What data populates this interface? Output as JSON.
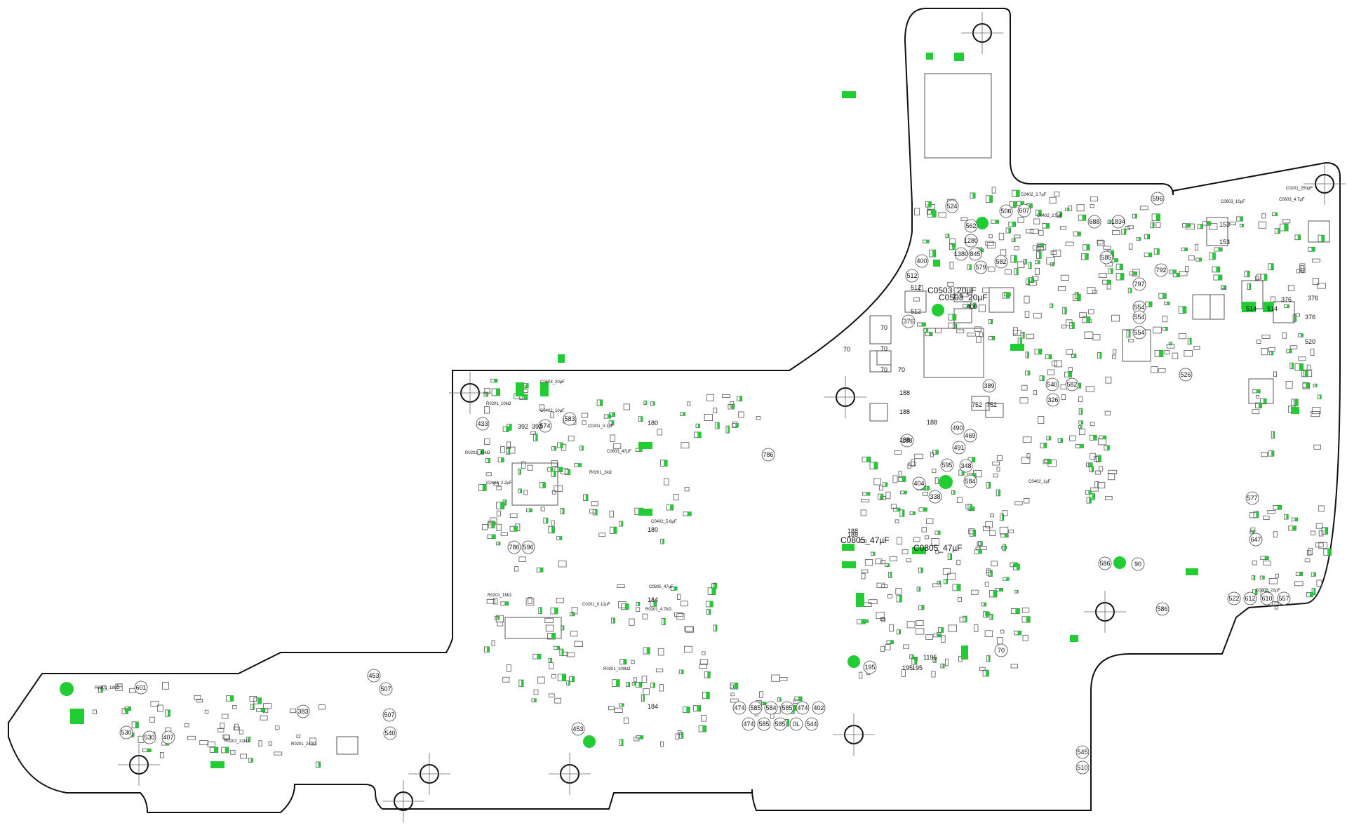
{
  "diagram": {
    "type": "pcb-boardview",
    "colors": {
      "outline": "#111111",
      "pad": "#22cc33",
      "part": "#555555",
      "background": "#ffffff"
    },
    "callouts": [
      "524",
      "562",
      "506",
      "607",
      "688",
      "1834",
      "596",
      "1280",
      "1380",
      "845",
      "579",
      "582",
      "585",
      "400",
      "512",
      "792",
      "797",
      "554",
      "554",
      "554",
      "526",
      "376",
      "389",
      "540",
      "582",
      "326",
      "490",
      "469",
      "491",
      "595",
      "348",
      "584",
      "404",
      "338",
      "188",
      "577",
      "647",
      "586",
      "90",
      "586",
      "522",
      "612",
      "610",
      "557",
      "70",
      "195",
      "474",
      "585",
      "584",
      "585",
      "474",
      "402",
      "474",
      "585",
      "585",
      "0L",
      "544",
      "545",
      "510",
      "453",
      "453",
      "507",
      "507",
      "540",
      "383",
      "601",
      "530",
      "530",
      "407",
      "433",
      "574",
      "583",
      "786",
      "786",
      "596",
      "1380"
    ],
    "large_labels": [
      "C0503_20µF",
      "C0503_20µF",
      "C0805_47µF",
      "C0805_47µF"
    ],
    "part_labels": [
      "512",
      "512",
      "400",
      "70",
      "70",
      "70",
      "70",
      "70",
      "188",
      "188",
      "188",
      "188",
      "188",
      "752",
      "752",
      "180",
      "180",
      "184",
      "184",
      "153",
      "153",
      "514",
      "514",
      "376",
      "376",
      "376",
      "520",
      "392",
      "392",
      "188",
      "1195",
      "195",
      "195"
    ],
    "small_labels": [
      "C0402_2.7µF",
      "C0402_2.5µF",
      "C0603_10µF",
      "C0603_4.7µF",
      "C0201_250pF",
      "C0603_20µF",
      "C0402_10µF",
      "R0201_10kΩ",
      "R0201_33kΩ",
      "C0201_0.1µF",
      "C0402_2.2µF",
      "C0603_47µF",
      "C0402_5.6µF",
      "R0201_4.7kΩ",
      "R0201_1MΩ",
      "C0201_0.12µF",
      "R0201_100kΩ",
      "R0201_180Ω",
      "R0201_22kΩ",
      "R0201_240Ω",
      "C0805_47µF",
      "C0805_22µF",
      "R0201_2kΩ",
      "C0402_1µF"
    ]
  }
}
